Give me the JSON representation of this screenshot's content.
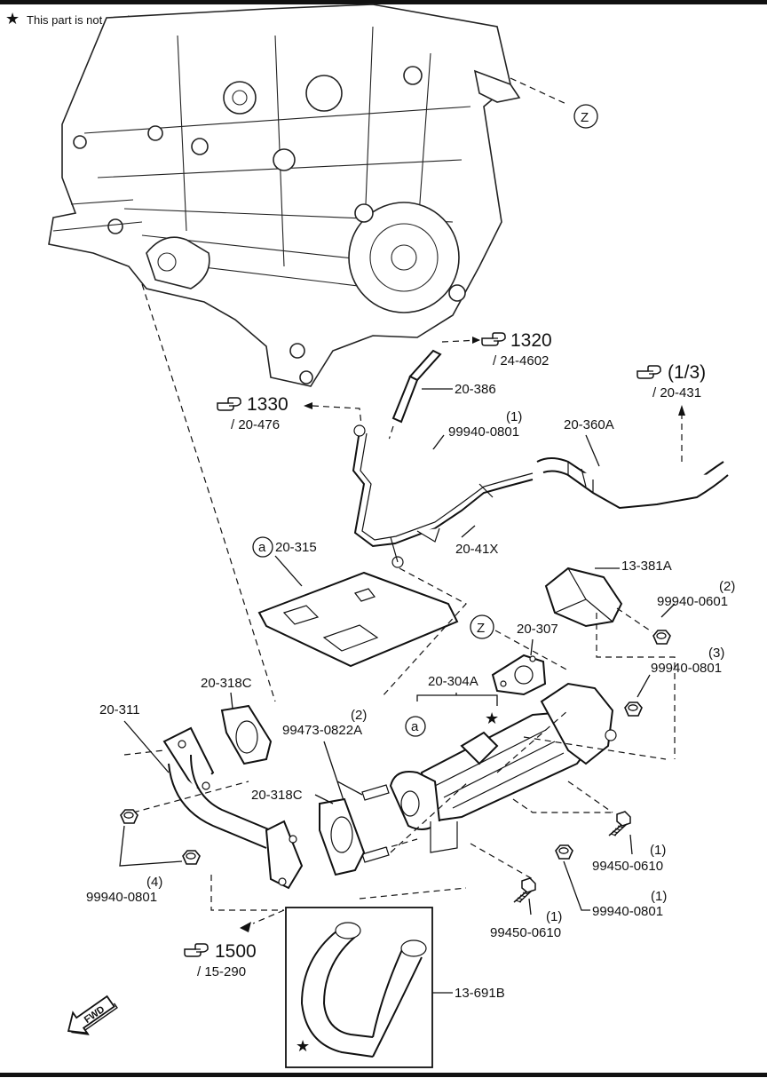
{
  "legend": {
    "star_symbol": "★",
    "text": "This part is not serviced"
  },
  "refs": {
    "r1320": {
      "num": "1320",
      "sub": "/ 24-4602"
    },
    "r1330": {
      "num": "1330",
      "sub": "/ 20-476"
    },
    "r13": {
      "num": "(1/3)",
      "sub": "/ 20-431"
    },
    "r1500": {
      "num": "1500",
      "sub": "/ 15-290"
    }
  },
  "callouts": {
    "z_upper": "Z",
    "z_lower": "Z",
    "a_left": "a",
    "a_right": "a"
  },
  "parts": {
    "p20_386": "20-386",
    "p99940_0801_top": "99940-0801",
    "p99940_0801_top_qty": "(1)",
    "p20_360A": "20-360A",
    "p20_41X": "20-41X",
    "p20_315": "20-315",
    "p13_381A": "13-381A",
    "p99940_0601": "99940-0601",
    "p99940_0601_qty": "(2)",
    "p20_307": "20-307",
    "p99940_0801_mid": "99940-0801",
    "p99940_0801_mid_qty": "(3)",
    "p20_304A": "20-304A",
    "p20_318C_top": "20-318C",
    "p20_311": "20-311",
    "p99473_0822A": "99473-0822A",
    "p99473_0822A_qty": "(2)",
    "p20_318C_mid": "20-318C",
    "p99450_0610_right": "99450-0610",
    "p99450_0610_right_qty": "(1)",
    "p99940_0801_left": "99940-0801",
    "p99940_0801_left_qty": "(4)",
    "p99940_0801_bottom": "99940-0801",
    "p99940_0801_bottom_qty": "(1)",
    "p99450_0610_bottom": "99450-0610",
    "p99450_0610_bottom_qty": "(1)",
    "p13_691B": "13-691B"
  },
  "fwd": "FWD",
  "icons": [
    "star-icon",
    "pointing-hand-icon",
    "fwd-arrow-icon"
  ]
}
